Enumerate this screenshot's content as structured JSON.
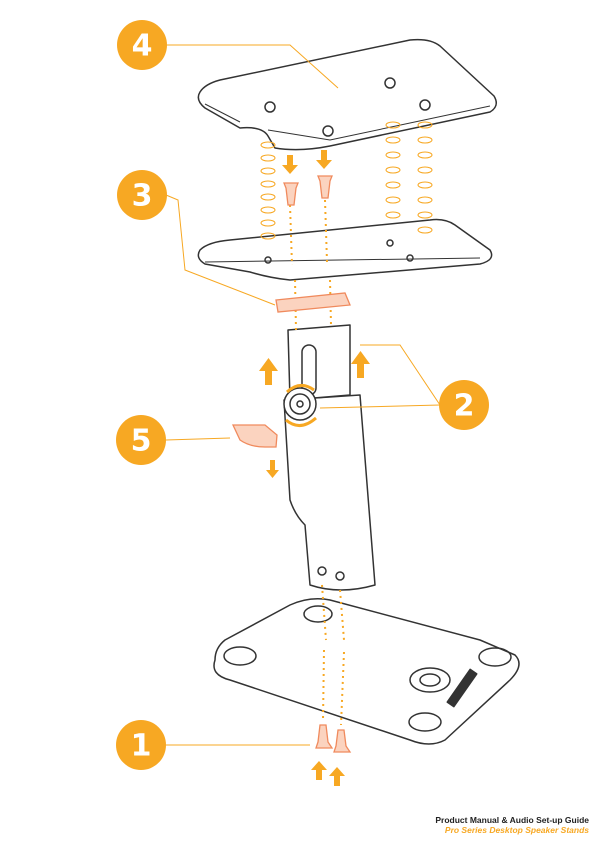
{
  "colors": {
    "accent": "#f7a823",
    "part": "#f08a5d",
    "line": "#333333"
  },
  "callouts": [
    {
      "number": "1"
    },
    {
      "number": "2"
    },
    {
      "number": "3"
    },
    {
      "number": "4"
    },
    {
      "number": "5"
    }
  ],
  "footer": {
    "title": "Product Manual & Audio Set-up Guide",
    "subtitle": "Pro Series Desktop Speaker Stands"
  }
}
